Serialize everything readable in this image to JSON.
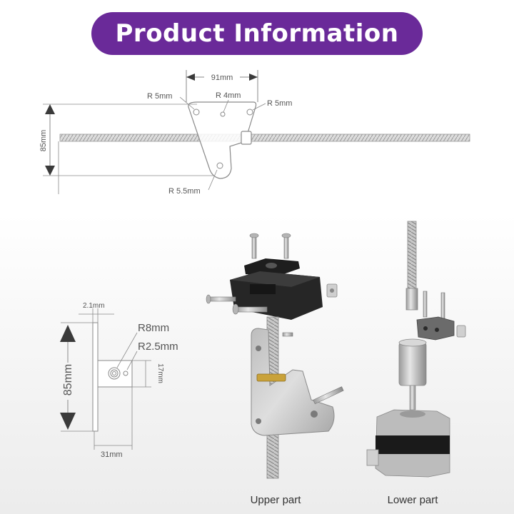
{
  "title": "Product Information",
  "top_diagram": {
    "width_label": "91mm",
    "radius_left_label": "R 5mm",
    "radius_center_label": "R 4mm",
    "radius_right_label": "R 5mm",
    "radius_bottom_label": "R 5.5mm",
    "height_label": "85mm"
  },
  "side_diagram": {
    "thickness_label": "2.1mm",
    "radius_large_label": "R8mm",
    "radius_small_label": "R2.5mm",
    "height_label": "85mm",
    "offset_label": "17mm",
    "width_label": "31mm"
  },
  "captions": {
    "upper": "Upper part",
    "lower": "Lower part"
  },
  "colors": {
    "title_bg": "#6a2a99",
    "title_text": "#ffffff",
    "dimension_line": "#8a8a8a",
    "arrow": "#3a3a3a"
  }
}
